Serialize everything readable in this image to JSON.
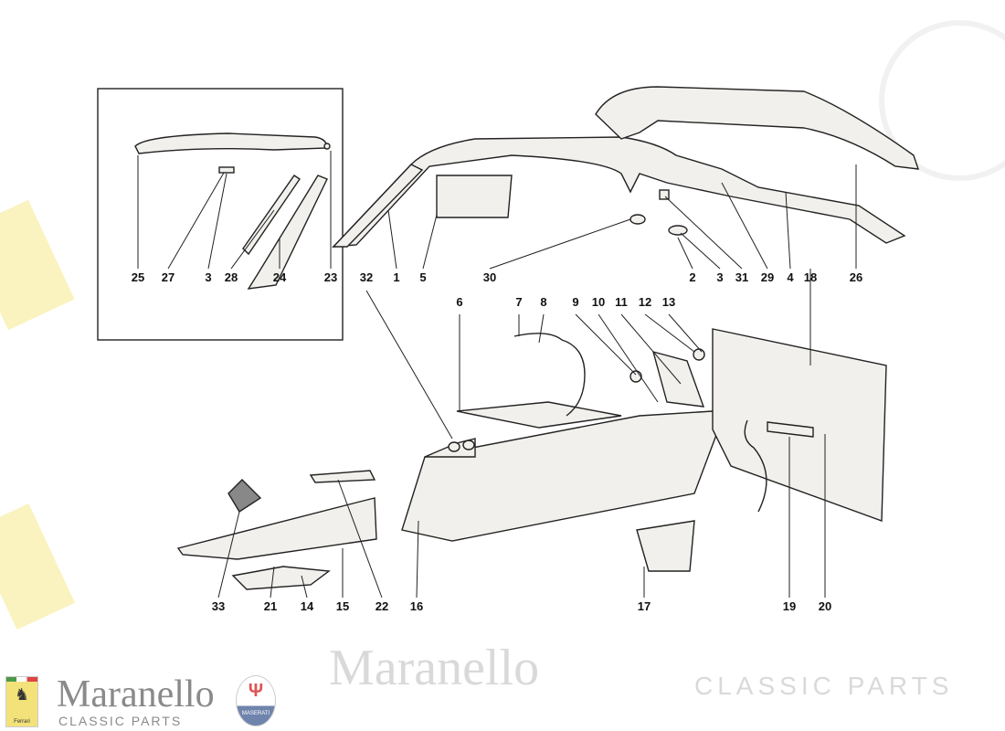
{
  "watermark": {
    "brand": "Maranello",
    "sub": "CLASSIC PARTS"
  },
  "logo": {
    "title": "Maranello",
    "subtitle": "CLASSIC PARTS",
    "ferrari_badge": "Ferrari",
    "maserati_badge": "MASERATI"
  },
  "labels": {
    "inset": [
      "25",
      "27",
      "3",
      "28",
      "24",
      "23"
    ],
    "top": [
      "32",
      "1",
      "5",
      "30",
      "2",
      "3",
      "31",
      "29",
      "4",
      "18",
      "26"
    ],
    "mid": [
      "6",
      "7",
      "8",
      "9",
      "10",
      "11",
      "12",
      "13"
    ],
    "bottom": [
      "33",
      "21",
      "14",
      "15",
      "22",
      "16",
      "17",
      "19",
      "20"
    ]
  },
  "colors": {
    "line": "#222222",
    "part_fill": "#f2f0ec",
    "watermark": "#e6e6e6"
  }
}
